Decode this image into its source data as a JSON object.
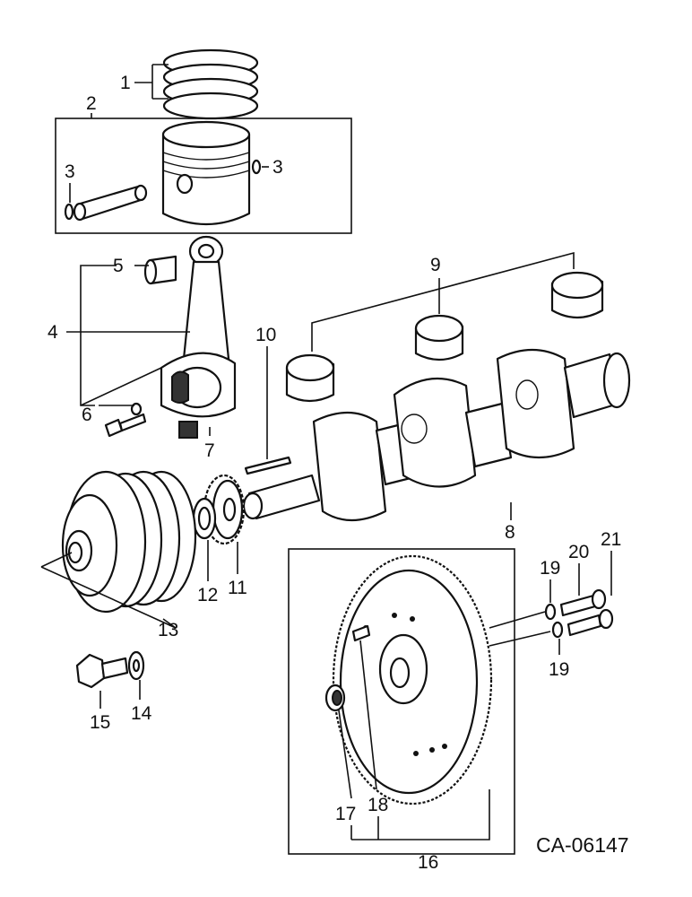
{
  "callouts": {
    "c1": "1",
    "c2": "2",
    "c3a": "3",
    "c3b": "3",
    "c4": "4",
    "c5": "5",
    "c6": "6",
    "c7": "7",
    "c8": "8",
    "c9": "9",
    "c10": "10",
    "c11": "11",
    "c12": "12",
    "c13": "13",
    "c14": "14",
    "c15": "15",
    "c16": "16",
    "c17": "17",
    "c18": "18",
    "c19a": "19",
    "c19b": "19",
    "c20": "20",
    "c21": "21"
  },
  "drawing_code": "CA-06147"
}
